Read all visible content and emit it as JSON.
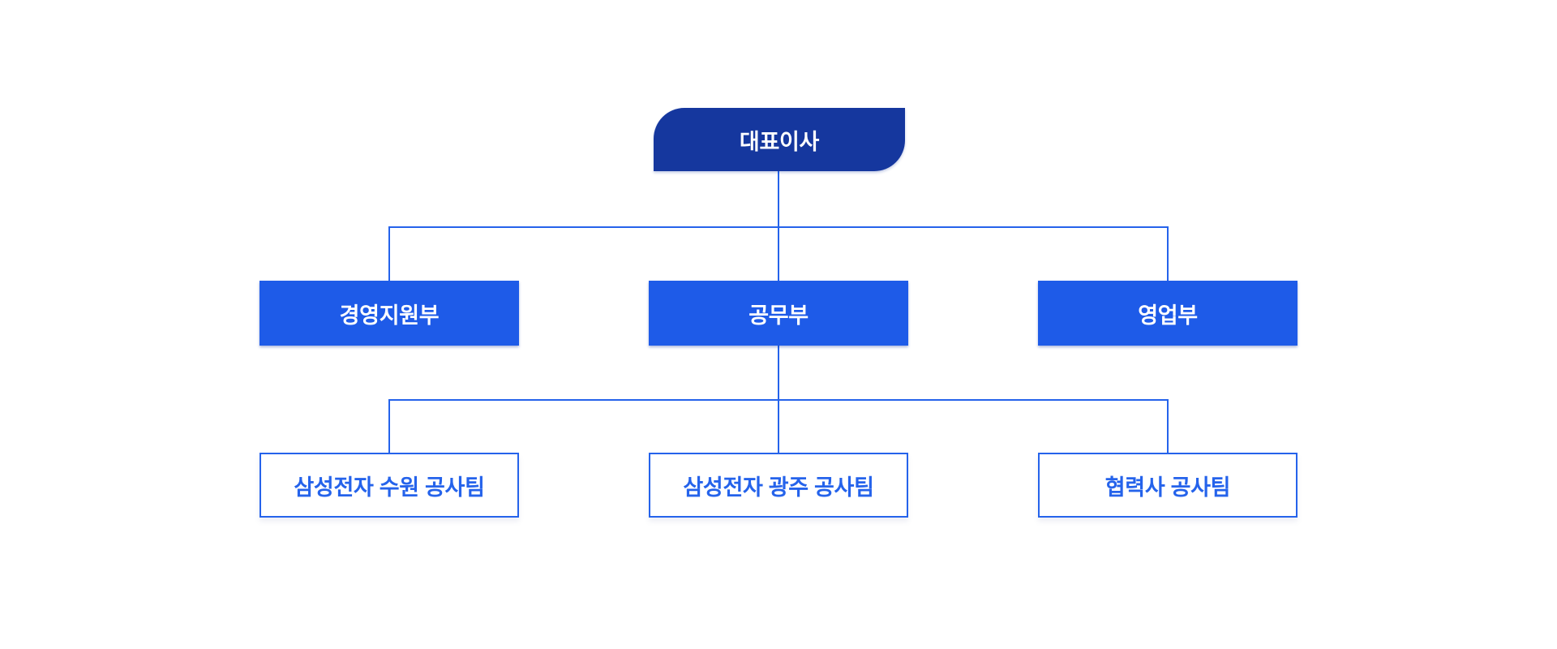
{
  "org_chart": {
    "type": "organization-chart",
    "root": {
      "id": "ceo",
      "label": "대표이사"
    },
    "departments": [
      {
        "id": "management-support",
        "label": "경영지원부",
        "parent": "대표이사"
      },
      {
        "id": "engineering",
        "label": "공무부",
        "parent": "대표이사"
      },
      {
        "id": "sales",
        "label": "영업부",
        "parent": "대표이사"
      }
    ],
    "teams": [
      {
        "id": "samsung-suwon-team",
        "label": "삼성전자 수원 공사팀",
        "parent": "공무부"
      },
      {
        "id": "samsung-gwangju-team",
        "label": "삼성전자 광주 공사팀",
        "parent": "공무부"
      },
      {
        "id": "partner-team",
        "label": "협력사 공사팀",
        "parent": "공무부"
      }
    ]
  },
  "colors": {
    "background": "#FFFFFF",
    "root_box_bg": "#15379E",
    "root_box_text": "#FFFFFF",
    "dept_box_bg": "#1E5BE8",
    "dept_box_text": "#FFFFFF",
    "team_box_bg": "#FFFFFF",
    "team_box_border": "#2563EB",
    "team_box_text": "#2563EB",
    "connector_line": "#2563EB"
  }
}
